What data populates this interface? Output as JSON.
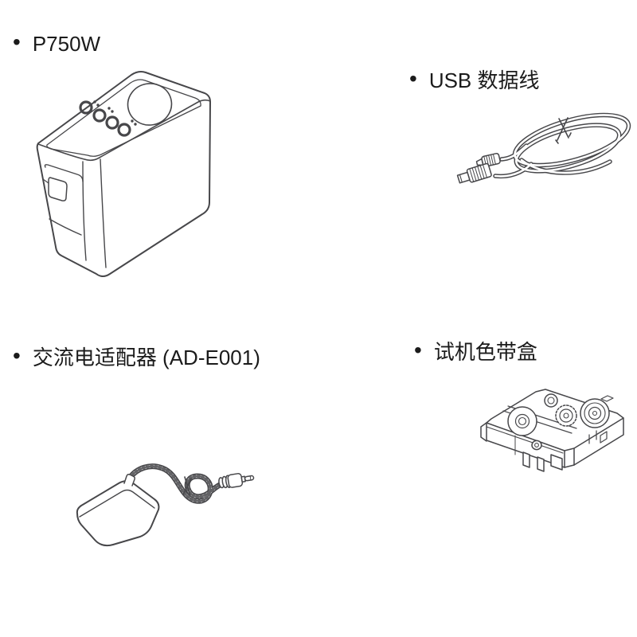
{
  "bullet": "•",
  "colors": {
    "background": "#ffffff",
    "text": "#1b1b1b",
    "line": "#47474a"
  },
  "items": [
    {
      "id": "printer",
      "label": "P750W",
      "illustration": "p750w-label-printer-line-drawing"
    },
    {
      "id": "usb-cable",
      "label": "USB 数据线",
      "illustration": "usb-cable-line-drawing"
    },
    {
      "id": "ac-adapter",
      "label": "交流电适配器 (AD-E001)",
      "illustration": "ac-adapter-line-drawing"
    },
    {
      "id": "tape-cassette",
      "label": "试机色带盒",
      "illustration": "tape-cassette-line-drawing"
    }
  ]
}
